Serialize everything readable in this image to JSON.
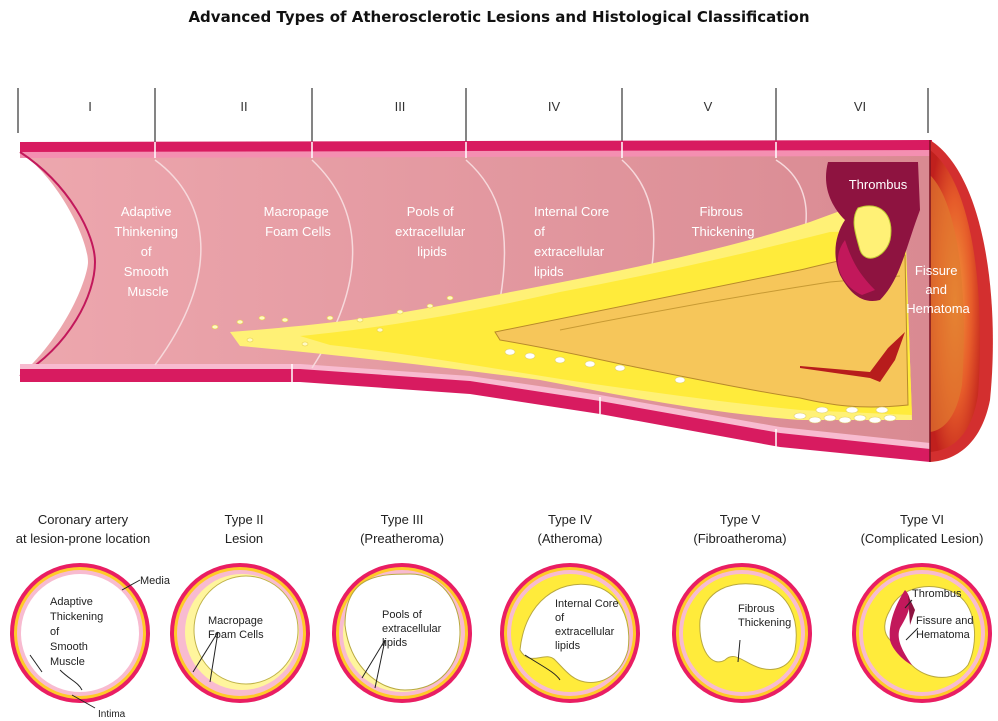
{
  "title": "Advanced Types of Atherosclerotic Lesions and Histological Classification",
  "stage_numerals": [
    "I",
    "II",
    "III",
    "IV",
    "V",
    "VI"
  ],
  "artery_labels": {
    "s1": [
      "Adaptive",
      "Thinkening",
      "of",
      "Smooth",
      "Muscle"
    ],
    "s2": [
      "Macropage",
      "Foam Cells"
    ],
    "s3": [
      "Pools of",
      "extracellular",
      "lipids"
    ],
    "s4": [
      "Internal Core",
      "of",
      "extracellular",
      "lipids"
    ],
    "s5": [
      "Fibrous",
      "Thickening"
    ],
    "thrombus": "Thrombus",
    "fissure": [
      "Fissure",
      "and",
      "Hematoma"
    ]
  },
  "cross_sections": [
    {
      "title": [
        "Coronary artery",
        "at lesion-prone location"
      ],
      "labels": [
        "Adaptive",
        "Thickening",
        "of",
        "Smooth",
        "Muscle"
      ],
      "media": "Media",
      "intima": "Intima"
    },
    {
      "title": [
        "Type II",
        "Lesion"
      ],
      "labels": [
        "Macropage",
        "Foam Cells"
      ]
    },
    {
      "title": [
        "Type III",
        "(Preatheroma)"
      ],
      "labels": [
        "Pools of",
        "extracellular",
        "lipids"
      ]
    },
    {
      "title": [
        "Type IV",
        "(Atheroma)"
      ],
      "labels": [
        "Internal Core",
        "of",
        "extracellular",
        "lipids"
      ]
    },
    {
      "title": [
        "Type V",
        "(Fibroatheroma)"
      ],
      "labels": [
        "Fibrous",
        "Thickening"
      ]
    },
    {
      "title": [
        "Type VI",
        "(Complicated Lesion)"
      ],
      "labels": [
        "Thrombus",
        "Fissure and",
        "Hematoma"
      ]
    }
  ],
  "colors": {
    "wall_outer": "#d81b60",
    "wall_inner": "#f06292",
    "lumen": "#e9a1a8",
    "lipid": "#ffef3a",
    "core": "#f6cf5a",
    "thrombus": "#8e1340",
    "hematoma": "#b71c1c"
  }
}
